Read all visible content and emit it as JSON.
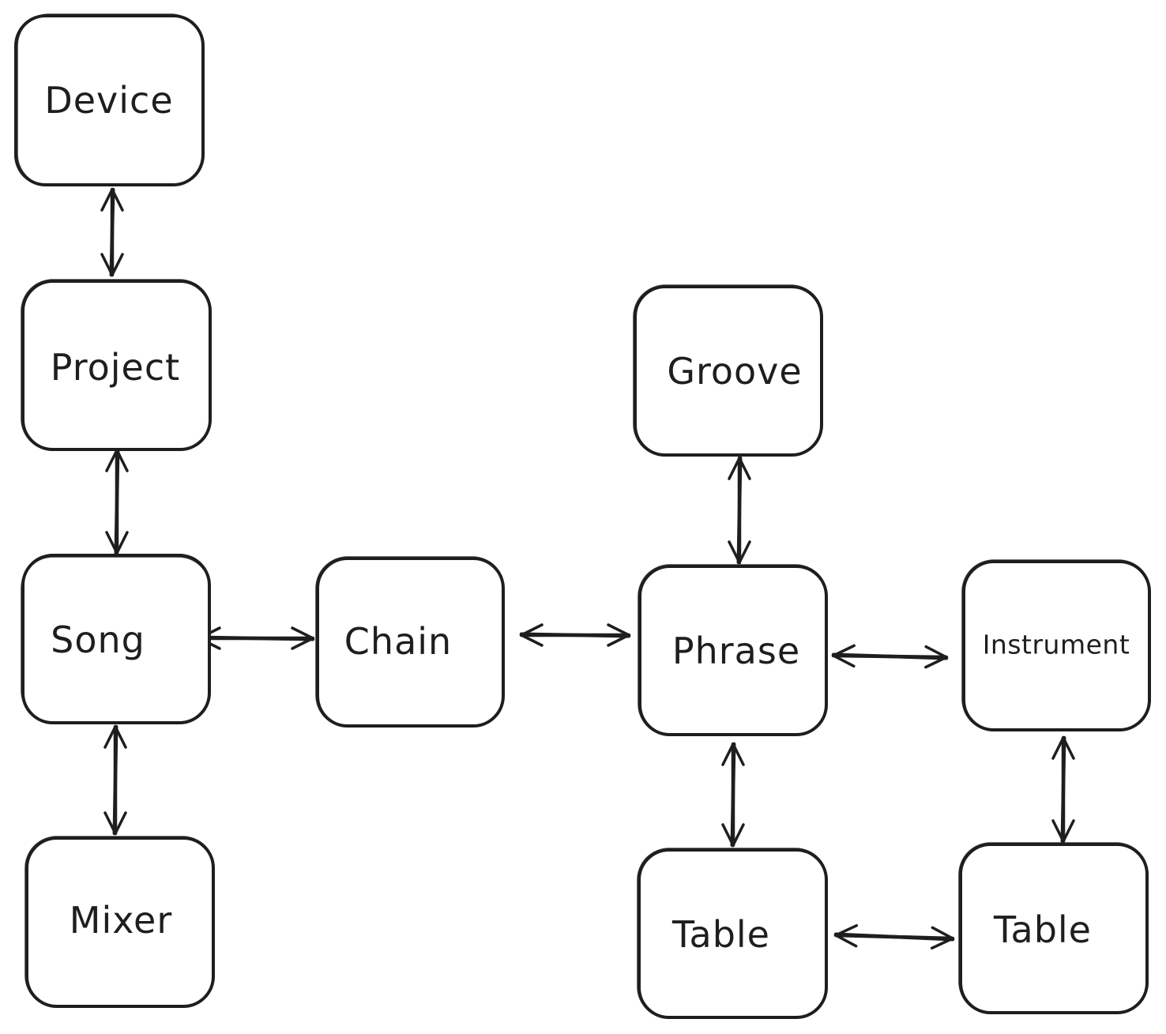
{
  "nodes": [
    {
      "id": "device",
      "label": "Device"
    },
    {
      "id": "project",
      "label": "Project"
    },
    {
      "id": "song",
      "label": "Song"
    },
    {
      "id": "mixer",
      "label": "Mixer"
    },
    {
      "id": "chain",
      "label": "Chain"
    },
    {
      "id": "groove",
      "label": "Groove"
    },
    {
      "id": "phrase",
      "label": "Phrase"
    },
    {
      "id": "instrument",
      "label": "Instrument"
    },
    {
      "id": "table1",
      "label": "Table"
    },
    {
      "id": "table2",
      "label": "Table"
    }
  ],
  "edges": [
    {
      "from": "device",
      "to": "project",
      "direction": "both"
    },
    {
      "from": "project",
      "to": "song",
      "direction": "both"
    },
    {
      "from": "song",
      "to": "mixer",
      "direction": "both"
    },
    {
      "from": "song",
      "to": "chain",
      "direction": "both"
    },
    {
      "from": "chain",
      "to": "phrase",
      "direction": "both"
    },
    {
      "from": "groove",
      "to": "phrase",
      "direction": "both"
    },
    {
      "from": "phrase",
      "to": "instrument",
      "direction": "both"
    },
    {
      "from": "phrase",
      "to": "table1",
      "direction": "both"
    },
    {
      "from": "instrument",
      "to": "table2",
      "direction": "both"
    },
    {
      "from": "table1",
      "to": "table2",
      "direction": "both"
    }
  ],
  "colors": {
    "stroke": "#1e1e1e",
    "background": "#ffffff"
  }
}
